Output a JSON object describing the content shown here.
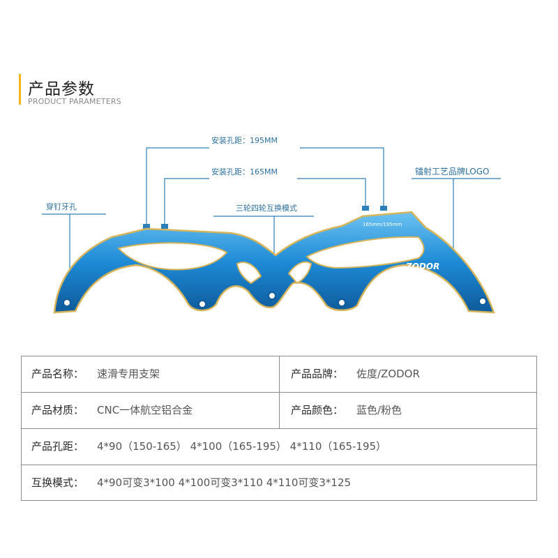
{
  "header": {
    "title_zh": "产品参数",
    "title_en": "PRODUCT PARAMETERS"
  },
  "callouts": {
    "mount_195": "安装孔距：195MM",
    "mount_165": "安装孔距：165MM",
    "bolt_hole": "穿钉牙孔",
    "wheel_swap": "三轮四轮互换模式",
    "laser_logo": "镭射工艺品牌LOGO"
  },
  "frame": {
    "brand_mark": "ZODOR",
    "size_mark": "165mm/195mm",
    "colors": {
      "main": "#1e8ad6",
      "light": "#6cc3f2",
      "dark": "#0e5a9a",
      "edge": "#d6b45a",
      "line": "#2c7fb8"
    }
  },
  "specs": {
    "row1": {
      "label_left": "产品名称：",
      "value_left": "速滑专用支架",
      "label_right": "产品品牌：",
      "value_right": "佐度/ZODOR"
    },
    "row2": {
      "label_left": "产品材质：",
      "value_left": "CNC一体航空铝合金",
      "label_right": "产品颜色：",
      "value_right": "蓝色/粉色"
    },
    "row3": {
      "label": "产品孔距：",
      "value": "4*90（150-165） 4*100（165-195） 4*110（165-195）"
    },
    "row4": {
      "label": "互换模式：",
      "value": "4*90可变3*100  4*100可变3*110  4*110可变3*125"
    }
  }
}
